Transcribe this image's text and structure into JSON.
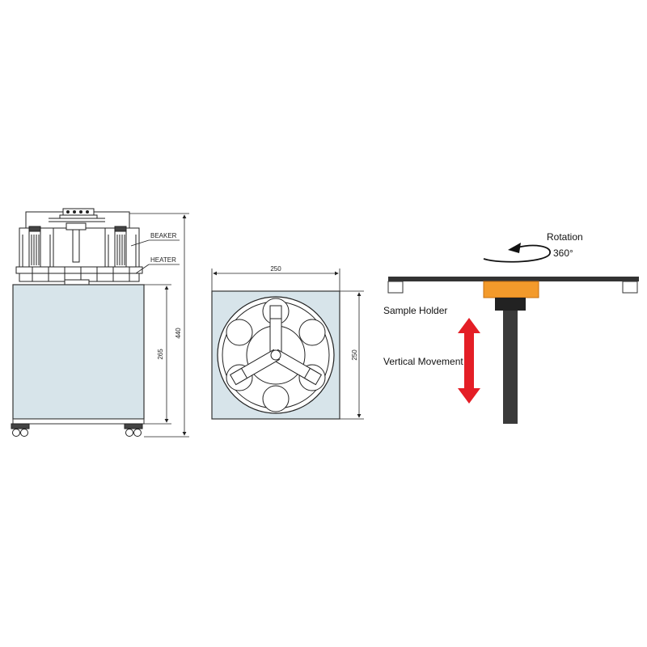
{
  "front_view": {
    "label_beaker": "BEAKER",
    "label_heater": "HEATER",
    "dim_total_height": "440",
    "dim_body_height": "265"
  },
  "top_view": {
    "dim_width": "250",
    "dim_depth": "250"
  },
  "schematic": {
    "label_rotation": "Rotation",
    "label_angle": "360°",
    "label_sample_holder": "Sample Holder",
    "label_vertical": "Vertical Movement"
  },
  "colors": {
    "body_fill": "#d7e4ea",
    "holder_orange": "#f39a2b",
    "arrow_red": "#e41e26",
    "shaft_dark": "#3a3a3a"
  }
}
